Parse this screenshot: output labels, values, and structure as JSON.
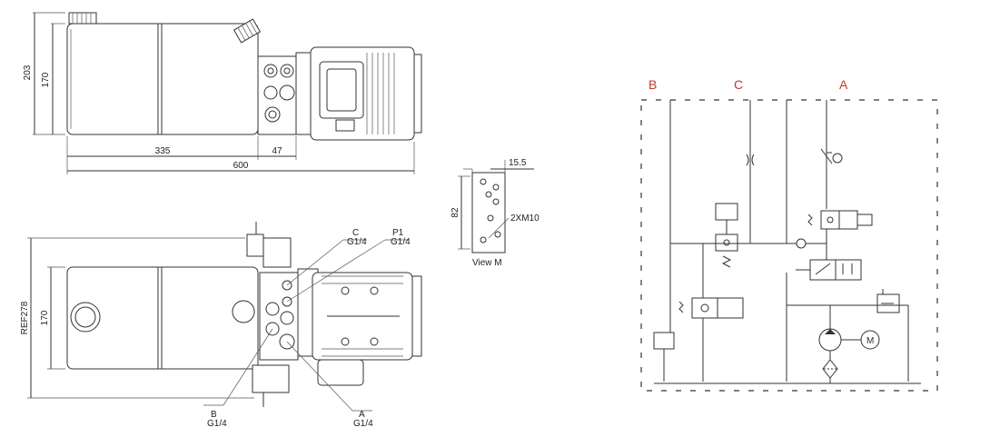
{
  "top_view": {
    "dim_height_overall": "203",
    "dim_height_tank": "170",
    "dim_length_tank": "335",
    "dim_length_block": "47",
    "dim_length_overall": "600"
  },
  "bottom_view": {
    "dim_ref_height": "REF278",
    "dim_height_tank": "170",
    "ports": [
      {
        "name": "C",
        "thread": "G1/4"
      },
      {
        "name": "P1",
        "thread": "G1/4"
      },
      {
        "name": "B",
        "thread": "G1/4"
      },
      {
        "name": "A",
        "thread": "G1/4"
      }
    ]
  },
  "view_m": {
    "dim_width": "15.5",
    "dim_height": "82",
    "hole_note": "2XM10",
    "caption": "View M"
  },
  "schematic": {
    "ports": [
      "B",
      "C",
      "A"
    ],
    "motor_symbol": "M",
    "port_color": "#c0392b"
  }
}
